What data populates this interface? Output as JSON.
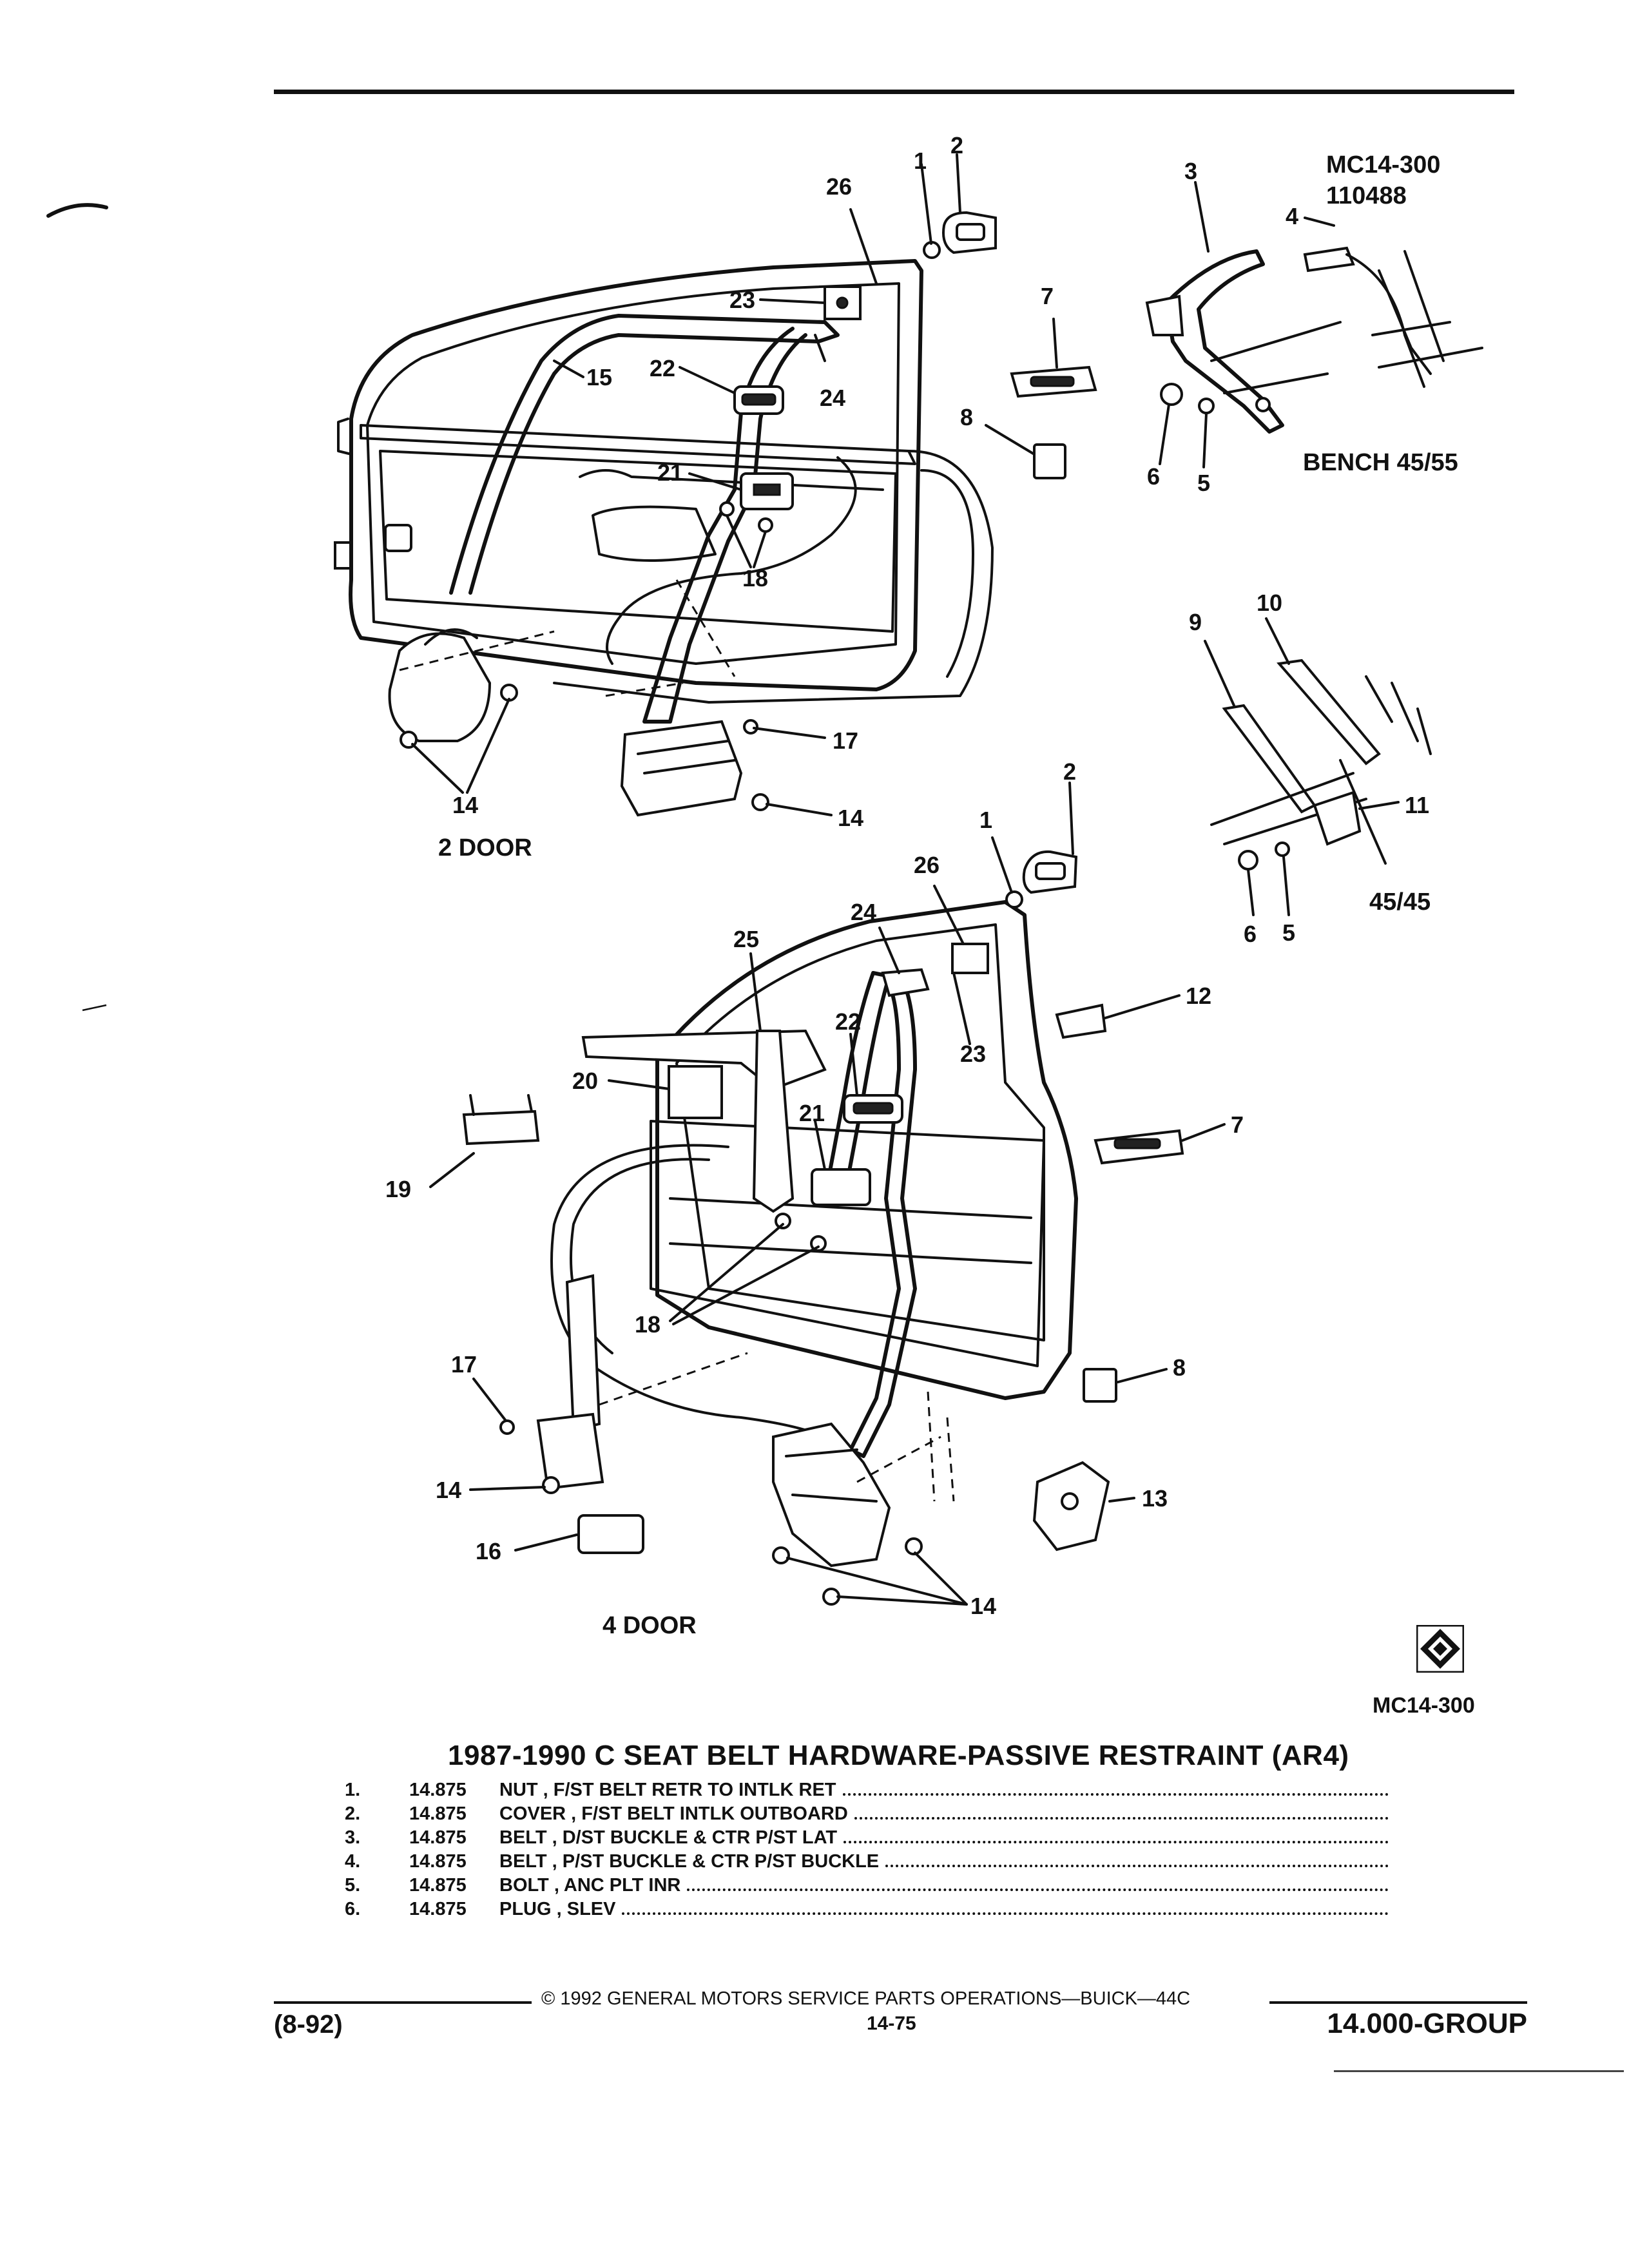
{
  "header": {
    "code": "MC14-300",
    "number": "110488"
  },
  "diagram": {
    "views": {
      "two_door": "2 DOOR",
      "four_door": "4 DOOR",
      "bench": "BENCH 45/55",
      "split": "45/45"
    },
    "callouts": {
      "c1": "1",
      "c2": "2",
      "c3": "3",
      "c4": "4",
      "c5": "5",
      "c6": "6",
      "c7": "7",
      "c8": "8",
      "c9": "9",
      "c10": "10",
      "c11": "11",
      "c12": "12",
      "c13": "13",
      "c14": "14",
      "c15": "15",
      "c16": "16",
      "c17": "17",
      "c18": "18",
      "c19": "19",
      "c20": "20",
      "c21": "21",
      "c22": "22",
      "c23": "23",
      "c24": "24",
      "c25": "25",
      "c26": "26"
    }
  },
  "figure_code": "MC14-300",
  "title": "1987-1990 C SEAT BELT HARDWARE-PASSIVE RESTRAINT (AR4)",
  "parts": [
    {
      "num": "1.",
      "ref": "14.875",
      "desc": "NUT , F/ST BELT RETR TO INTLK RET"
    },
    {
      "num": "2.",
      "ref": "14.875",
      "desc": "COVER , F/ST BELT INTLK OUTBOARD"
    },
    {
      "num": "3.",
      "ref": "14.875",
      "desc": "BELT , D/ST BUCKLE & CTR P/ST LAT"
    },
    {
      "num": "4.",
      "ref": "14.875",
      "desc": "BELT , P/ST BUCKLE & CTR P/ST BUCKLE"
    },
    {
      "num": "5.",
      "ref": "14.875",
      "desc": "BOLT , ANC PLT INR"
    },
    {
      "num": "6.",
      "ref": "14.875",
      "desc": "PLUG , SLEV"
    }
  ],
  "footer": {
    "copyright": "© 1992 GENERAL MOTORS SERVICE PARTS OPERATIONS—BUICK—44C",
    "date_code": "(8-92)",
    "page": "14-75",
    "group": "14.000-GROUP"
  }
}
